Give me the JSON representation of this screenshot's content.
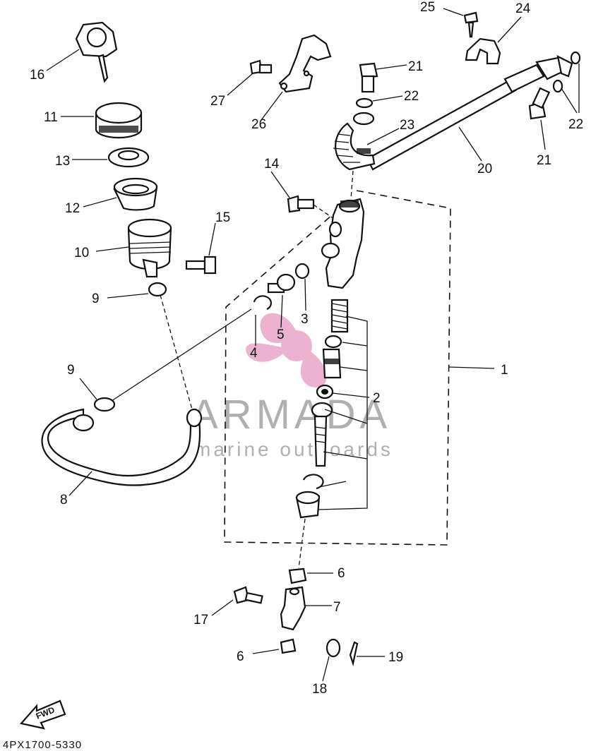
{
  "watermark": {
    "title": "ARMADA",
    "subtitle": "marine outboards",
    "color": "#e8a6c8"
  },
  "drawing_code": "4PX1700-5330",
  "fwd_label": "FWD",
  "callouts": {
    "c1": "1",
    "c2": "2",
    "c3": "3",
    "c4": "4",
    "c5": "5",
    "c6a": "6",
    "c6b": "6",
    "c7": "7",
    "c8": "8",
    "c9a": "9",
    "c9b": "9",
    "c10": "10",
    "c11": "11",
    "c12": "12",
    "c13": "13",
    "c14": "14",
    "c15": "15",
    "c16": "16",
    "c17": "17",
    "c18": "18",
    "c19": "19",
    "c20": "20",
    "c21a": "21",
    "c21b": "21",
    "c22a": "22",
    "c22b": "22",
    "c23": "23",
    "c24": "24",
    "c25": "25",
    "c26": "26",
    "c27": "27"
  }
}
